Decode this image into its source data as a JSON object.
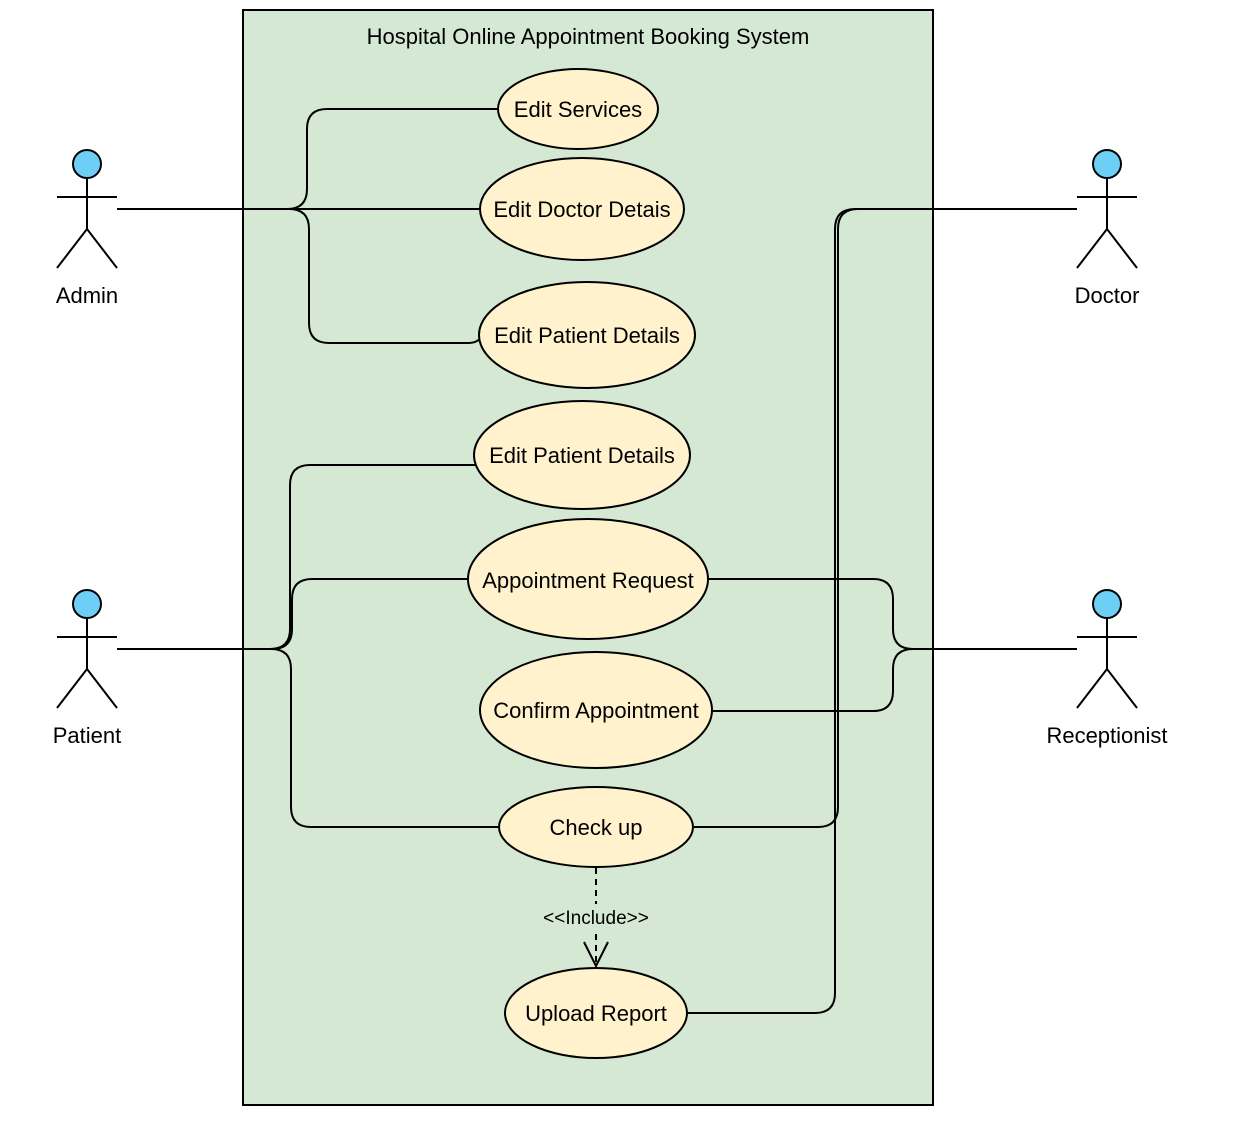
{
  "system": {
    "title": "Hospital Online Appointment Booking System",
    "fill_color": "#d5e8d4"
  },
  "actors": {
    "admin": "Admin",
    "doctor": "Doctor",
    "patient": "Patient",
    "receptionist": "Receptionist"
  },
  "use_cases": {
    "edit_services": "Edit Services",
    "edit_doctor_details": "Edit Doctor Detais",
    "edit_patient_details_admin": "Edit Patient Details",
    "edit_patient_details_patient": "Edit Patient Details",
    "appointment_request": "Appointment Request",
    "confirm_appointment": "Confirm Appointment",
    "check_up": "Check up",
    "upload_report": "Upload Report"
  },
  "relations": {
    "include_label": "<<Include>>"
  },
  "colors": {
    "use_case_fill": "#fff2cc",
    "actor_head": "#6ecff6",
    "line": "#000000"
  }
}
